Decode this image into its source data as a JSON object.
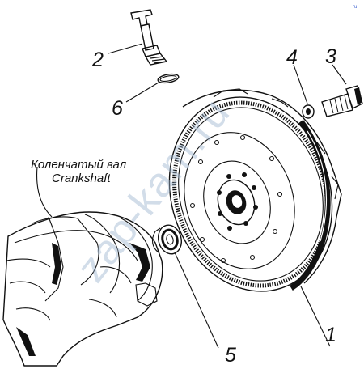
{
  "callouts": [
    {
      "id": "1",
      "label": "1"
    },
    {
      "id": "2",
      "label": "2"
    },
    {
      "id": "3",
      "label": "3"
    },
    {
      "id": "4",
      "label": "4"
    },
    {
      "id": "5",
      "label": "5"
    },
    {
      "id": "6",
      "label": "6"
    }
  ],
  "caption": {
    "ru": "Коленчатый вал",
    "en": "Crankshaft"
  },
  "watermark": "zap-kam.ru",
  "corner_mark": "ru"
}
